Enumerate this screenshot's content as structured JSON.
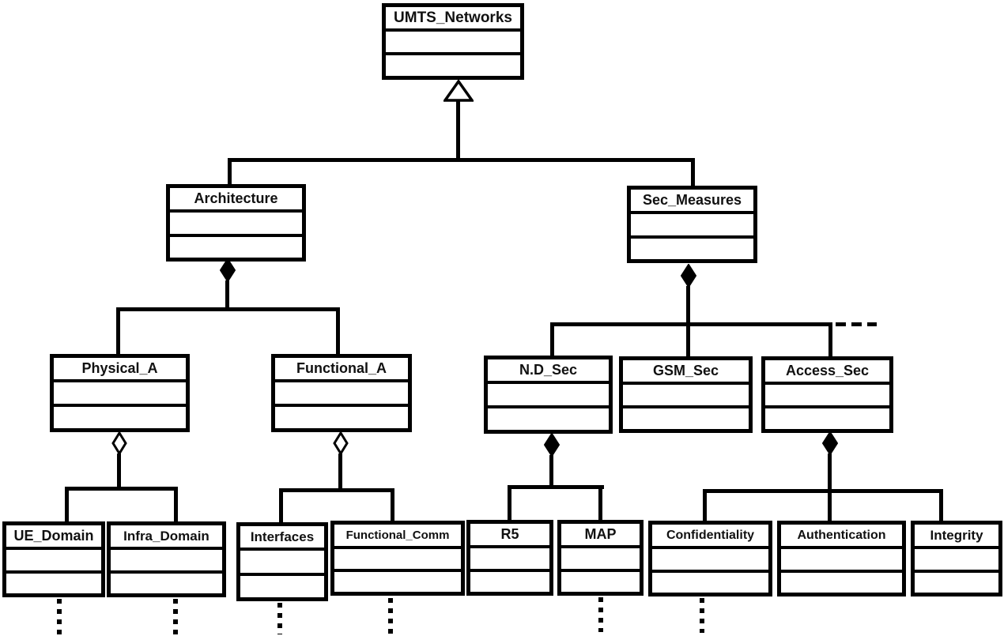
{
  "diagram": {
    "kind": "uml-class-diagram",
    "subject": "UMTS_Networks decomposition",
    "colors": {
      "line": "#000000",
      "background": "#ffffff",
      "text": "#111111"
    },
    "nodes": {
      "umts": {
        "label": "UMTS_Networks"
      },
      "architecture": {
        "label": "Architecture"
      },
      "sec_measures": {
        "label": "Sec_Measures"
      },
      "physical_a": {
        "label": "Physical_A"
      },
      "functional_a": {
        "label": "Functional_A"
      },
      "nd_sec": {
        "label": "N.D_Sec"
      },
      "gsm_sec": {
        "label": "GSM_Sec"
      },
      "access_sec": {
        "label": "Access_Sec"
      },
      "ue_domain": {
        "label": "UE_Domain"
      },
      "infra_domain": {
        "label": "Infra_Domain"
      },
      "interfaces": {
        "label": "Interfaces"
      },
      "functional_comm": {
        "label": "Functional_Comm"
      },
      "r5": {
        "label": "R5"
      },
      "map": {
        "label": "MAP"
      },
      "confidentiality": {
        "label": "Confidentiality"
      },
      "authentication": {
        "label": "Authentication"
      },
      "integrity": {
        "label": "Integrity"
      }
    },
    "relationships": [
      {
        "type": "generalization",
        "parent": "UMTS_Networks",
        "children": [
          "Architecture",
          "Sec_Measures"
        ]
      },
      {
        "type": "composition",
        "whole": "Architecture",
        "parts": [
          "Physical_A",
          "Functional_A"
        ]
      },
      {
        "type": "aggregation",
        "whole": "Physical_A",
        "parts": [
          "UE_Domain",
          "Infra_Domain"
        ]
      },
      {
        "type": "aggregation",
        "whole": "Functional_A",
        "parts": [
          "Interfaces",
          "Functional_Comm"
        ]
      },
      {
        "type": "composition",
        "whole": "Sec_Measures",
        "parts": [
          "N.D_Sec",
          "GSM_Sec",
          "Access_Sec"
        ],
        "continuation": "dashed-more-parts"
      },
      {
        "type": "composition",
        "whole": "N.D_Sec",
        "parts": [
          "R5",
          "MAP"
        ]
      },
      {
        "type": "composition",
        "whole": "Access_Sec",
        "parts": [
          "Confidentiality",
          "Authentication",
          "Integrity"
        ]
      }
    ],
    "continuation_dots_below": [
      "UE_Domain",
      "Infra_Domain",
      "Interfaces",
      "Functional_Comm",
      "MAP",
      "Confidentiality"
    ]
  }
}
